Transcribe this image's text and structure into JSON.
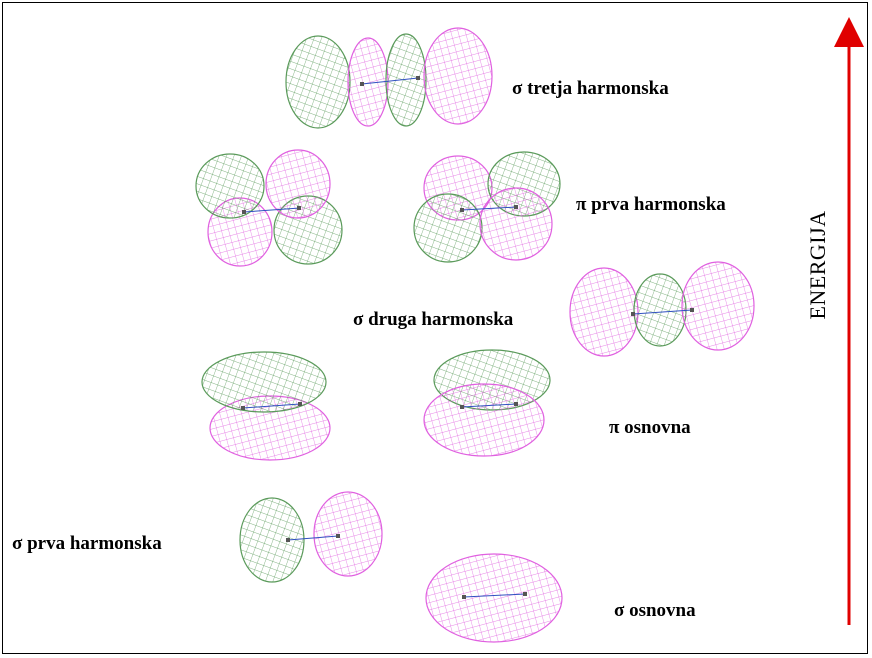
{
  "labels": {
    "sigma_third": "σ tretja harmonska",
    "pi_first": "π prva harmonska",
    "sigma_second": "σ druga harmonska",
    "pi_ground": "π osnovna",
    "sigma_first": "σ prva harmonska",
    "sigma_ground": "σ osnovna"
  },
  "axis": {
    "label": "ENERGIJA",
    "arrow_color": "#e00000"
  },
  "colors": {
    "positive_lobe": "#e060e0",
    "negative_lobe": "#5a9a5a",
    "bond": "#3050c0"
  }
}
